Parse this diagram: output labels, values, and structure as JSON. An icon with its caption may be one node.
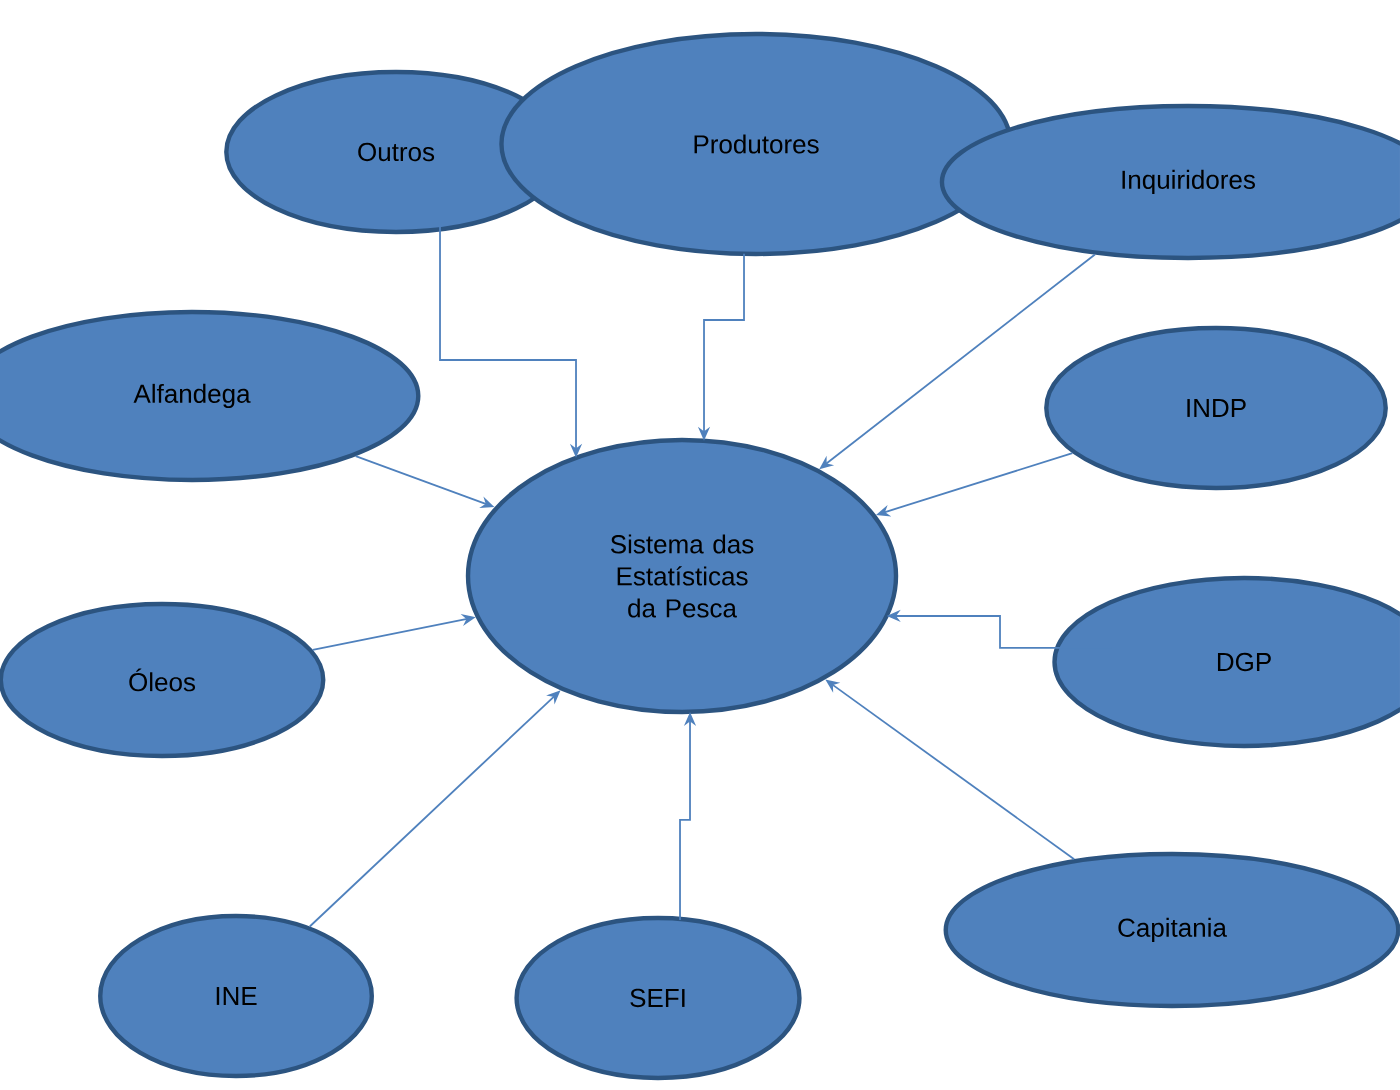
{
  "diagram": {
    "nodes": [
      {
        "text": [
          "Sistema das Estatísticas da Pesca"
        ]
      },
      {
        "text": [
          "Outros"
        ]
      },
      {
        "text": [
          "Produtores"
        ]
      },
      {
        "text": [
          "Inquiridores"
        ]
      },
      {
        "text": [
          "Alfandega"
        ]
      },
      {
        "text": [
          "INDP"
        ]
      },
      {
        "text": [
          "Óleos"
        ]
      },
      {
        "text": [
          "DGP"
        ]
      },
      {
        "text": [
          "INE"
        ]
      },
      {
        "text": [
          "SEFI"
        ]
      },
      {
        "text": [
          "Capitania"
        ]
      }
    ],
    "edges": [
      {
        "from": 1,
        "to": 0,
        "arrow": "to"
      },
      {
        "from": 2,
        "to": 0,
        "arrow": "to"
      },
      {
        "from": 3,
        "to": 0,
        "arrow": "to"
      },
      {
        "from": 4,
        "to": 0,
        "arrow": "to"
      },
      {
        "from": 5,
        "to": 0,
        "arrow": "to"
      },
      {
        "from": 6,
        "to": 0,
        "arrow": "to"
      },
      {
        "from": 7,
        "to": 0,
        "arrow": "to"
      },
      {
        "from": 8,
        "to": 0,
        "arrow": "to"
      },
      {
        "from": 9,
        "to": 0,
        "arrow": "to"
      },
      {
        "from": 10,
        "to": 0,
        "arrow": "to"
      }
    ]
  }
}
